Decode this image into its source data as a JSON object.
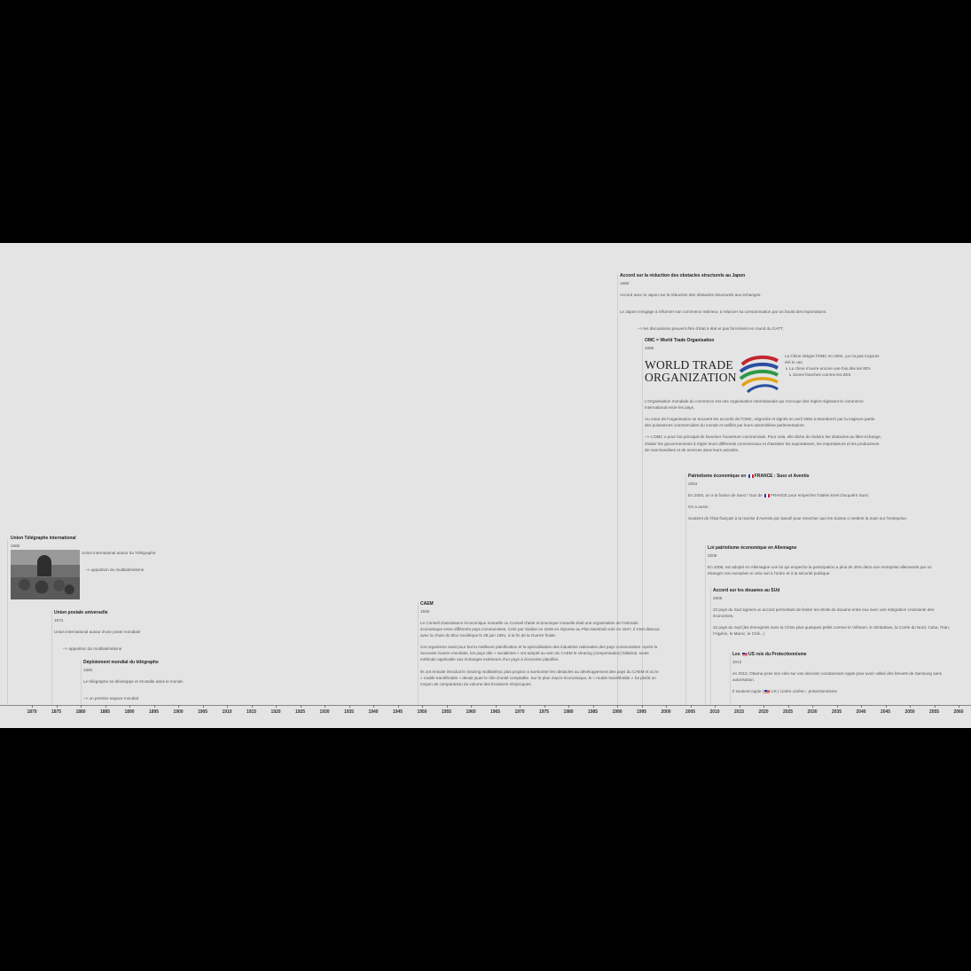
{
  "timeline": {
    "axis_years": [
      "1870",
      "1875",
      "1880",
      "1885",
      "1890",
      "1895",
      "1900",
      "1905",
      "1910",
      "1915",
      "1920",
      "1925",
      "1930",
      "1935",
      "1940",
      "1945",
      "1950",
      "1955",
      "1960",
      "1965",
      "1970",
      "1975",
      "1980",
      "1985",
      "1990",
      "1995",
      "2000",
      "2005",
      "2010",
      "2015",
      "2020",
      "2025",
      "2030",
      "2035",
      "2040",
      "2045",
      "2050",
      "2055",
      "2060"
    ],
    "events": {
      "utu": {
        "title": "Union Télégraphe international",
        "year": "1865",
        "lines": [
          "Union international autour du Télégraphe",
          "–> apparition du multilatéralisme"
        ]
      },
      "upu": {
        "title": "Union postale universelle",
        "year": "1874",
        "lines": [
          "Union international autour d'une poste mondiale",
          "–> apparition du multilatéralisme"
        ]
      },
      "telegraph": {
        "title": "Déploiement mondial du télégraphe",
        "year": "1880",
        "lines": [
          "Le télégraphe se développe et s'installe dans le monde.",
          "–> un premier espace mondial"
        ]
      },
      "caem": {
        "title": "CAEM",
        "year": "1949",
        "p1": "Le Conseil d'assistance économique mutuelle ou Conseil d'aide économique mutuelle était une organisation de l'entraide économique entre différents pays communistes. Créé par Staline en 1949 en réponse au Plan Marshall créé en 1947, il s'est dissous avec la chute du bloc soviétique le 28 juin 1991, à la fin de la Guerre froide.",
        "p2": "Cet organisme avait pour but la meilleure planification et la spécialisation des industries nationales des pays communistes. Après la Seconde Guerre mondiale, les pays dits « socialistes » ont adopté au sein du CAEM le clearing (compensation) bilatéral, seule méthode applicable aux échanges extérieurs d'un pays à économie planifiée.",
        "p3": "Ils ont ensuite introduit le clearing multilatéral, plus propice à surmonter les obstacles au développement des pays du CAEM et où le « rouble transférable » devait jouer le rôle d'unité comptable. Sur le plan macro-économique, le « rouble transférable » fut plutôt un moyen de comparaison du volume des livraisons réciproques."
      },
      "japan": {
        "title": "Accord sur la réduction des obstacles structurels au Japon",
        "year": "1990",
        "p1": "Accord avec le Japon sur la réduction des obstacles structurels aux échanges.",
        "p2": "Le Japon s'engage à réformer son commerce intérieur, à relancer sa consommation par un boost des importations.",
        "p3": "–> les discussions peuvent être d'état à état et pas forcément en round du GATT."
      },
      "omc": {
        "title": "OMC = World Trade Organisation",
        "year": "1995",
        "logo_line1": "WORLD TRADE",
        "logo_line2": "ORGANIZATION",
        "side1": "La Chine intègre l'OMC en 2002, ça n'a pas toujours été le cas.",
        "side2": "↳ La chine s'ouvre encore une fois dès les 80's",
        "side3": "↳ Zones franches comme les ZES",
        "p1": "L'Organisation mondiale du commerce est une organisation internationale qui s'occupe des règles régissant le commerce international entre les pays.",
        "p2": "Au cœur de l'organisation se trouvent les accords de l'OMC, négociés et signés en avril 1994 à Marrakech par la majeure partie des puissances commerciales du monde et ratifiés par leurs assemblées parlementaires.",
        "p3": "–> L'OMC a pour but principal de favoriser l'ouverture commerciale. Pour cela, elle tâche de réduire les obstacles au libre-échange, d'aider les gouvernements à régler leurs différends commerciaux et d'assister les exportateurs, les importateurs et les producteurs de marchandises et de services dans leurs activités."
      },
      "patriotisme": {
        "title_a": "Patriotisme économique en",
        "title_b": "FRANCE : Suez et Aventis",
        "year": "2004",
        "p1a": "En 2004, on a la fusion de Suez / Gaz de",
        "p1b": "FRANCE pour empecher l'Italien Enel d'acquérir Suez.",
        "p2": "On a aussi :",
        "p3": "Soutient de l'état français à la reprise d'Aventis par Sanofi pour emecher que les Suisse o mettent la main sur l'entreprise."
      },
      "allemagne": {
        "title": "Loi patriotisme économique en Allemagne",
        "year": "2008",
        "p1": "En 2008, est adopté en Allemagne une loi qui empeche la participation a plus de 25% dans une entreprise allemande par un étranger non européen si cela nuit à l'ordre et à la sécurité publique."
      },
      "sud": {
        "title": "Accord sur les douanes au SUd",
        "year": "2009",
        "p1": "22 pays du Sud signent un accord permettant de limiter les droits de douane entre eux avec une intégration croissante des économies.",
        "p2": "22 pays du Sud (les émergents sans la Chine plus quelques petits comme le Viêtnam, le Zimbabwe, la Corée du Nord, Cuba, l'Iran, l'Algérie, le Maroc, le Chili...)"
      },
      "us": {
        "title_a": "Les",
        "title_b": "US rois du Protectionnisme",
        "year": "2013",
        "p1": "en 2013, Obama pose son véto sur une decision condamnant Apple pour avoir utilisé des brevets de Samsung sans autorisation.",
        "p2a": "Il soutient Apple (",
        "p2b": "US ) contre coréen : protectionnisme"
      }
    }
  }
}
